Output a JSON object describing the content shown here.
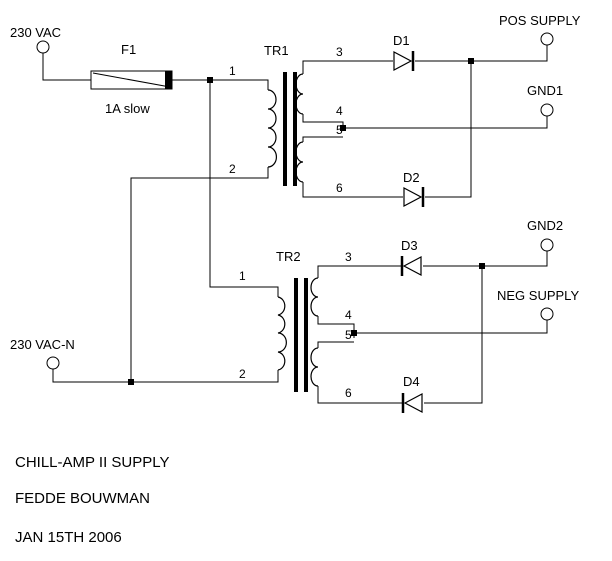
{
  "labels": {
    "ac_in": "230 VAC",
    "ac_neutral": "230 VAC-N",
    "fuse_ref": "F1",
    "fuse_value": "1A slow",
    "tr1": "TR1",
    "tr2": "TR2",
    "d1": "D1",
    "d2": "D2",
    "d3": "D3",
    "d4": "D4",
    "pos_supply": "POS SUPPLY",
    "gnd1": "GND1",
    "gnd2": "GND2",
    "neg_supply": "NEG SUPPLY"
  },
  "pins": {
    "tr1_1": "1",
    "tr1_2": "2",
    "tr1_3": "3",
    "tr1_4": "4",
    "tr1_5": "5",
    "tr1_6": "6",
    "tr2_1": "1",
    "tr2_2": "2",
    "tr2_3": "3",
    "tr2_4": "4",
    "tr2_5": "5",
    "tr2_6": "6"
  },
  "title_block": {
    "line1": "CHILL-AMP II SUPPLY",
    "line2": "FEDDE BOUWMAN",
    "line3": "JAN 15TH  2006"
  }
}
